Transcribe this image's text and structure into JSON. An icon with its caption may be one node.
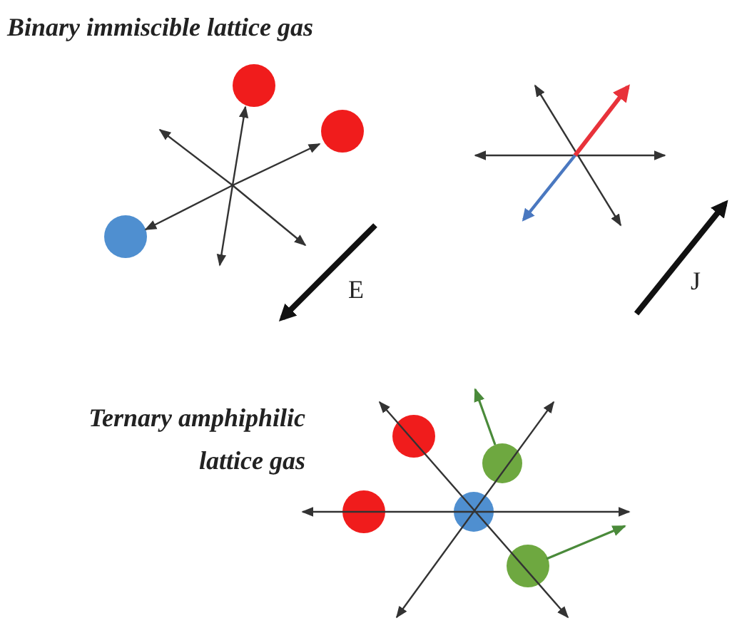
{
  "diagram": {
    "labels": [
      "Binary immiscible lattice gas",
      "E",
      "J",
      "Ternary amphiphilic lattice gas"
    ]
  }
}
